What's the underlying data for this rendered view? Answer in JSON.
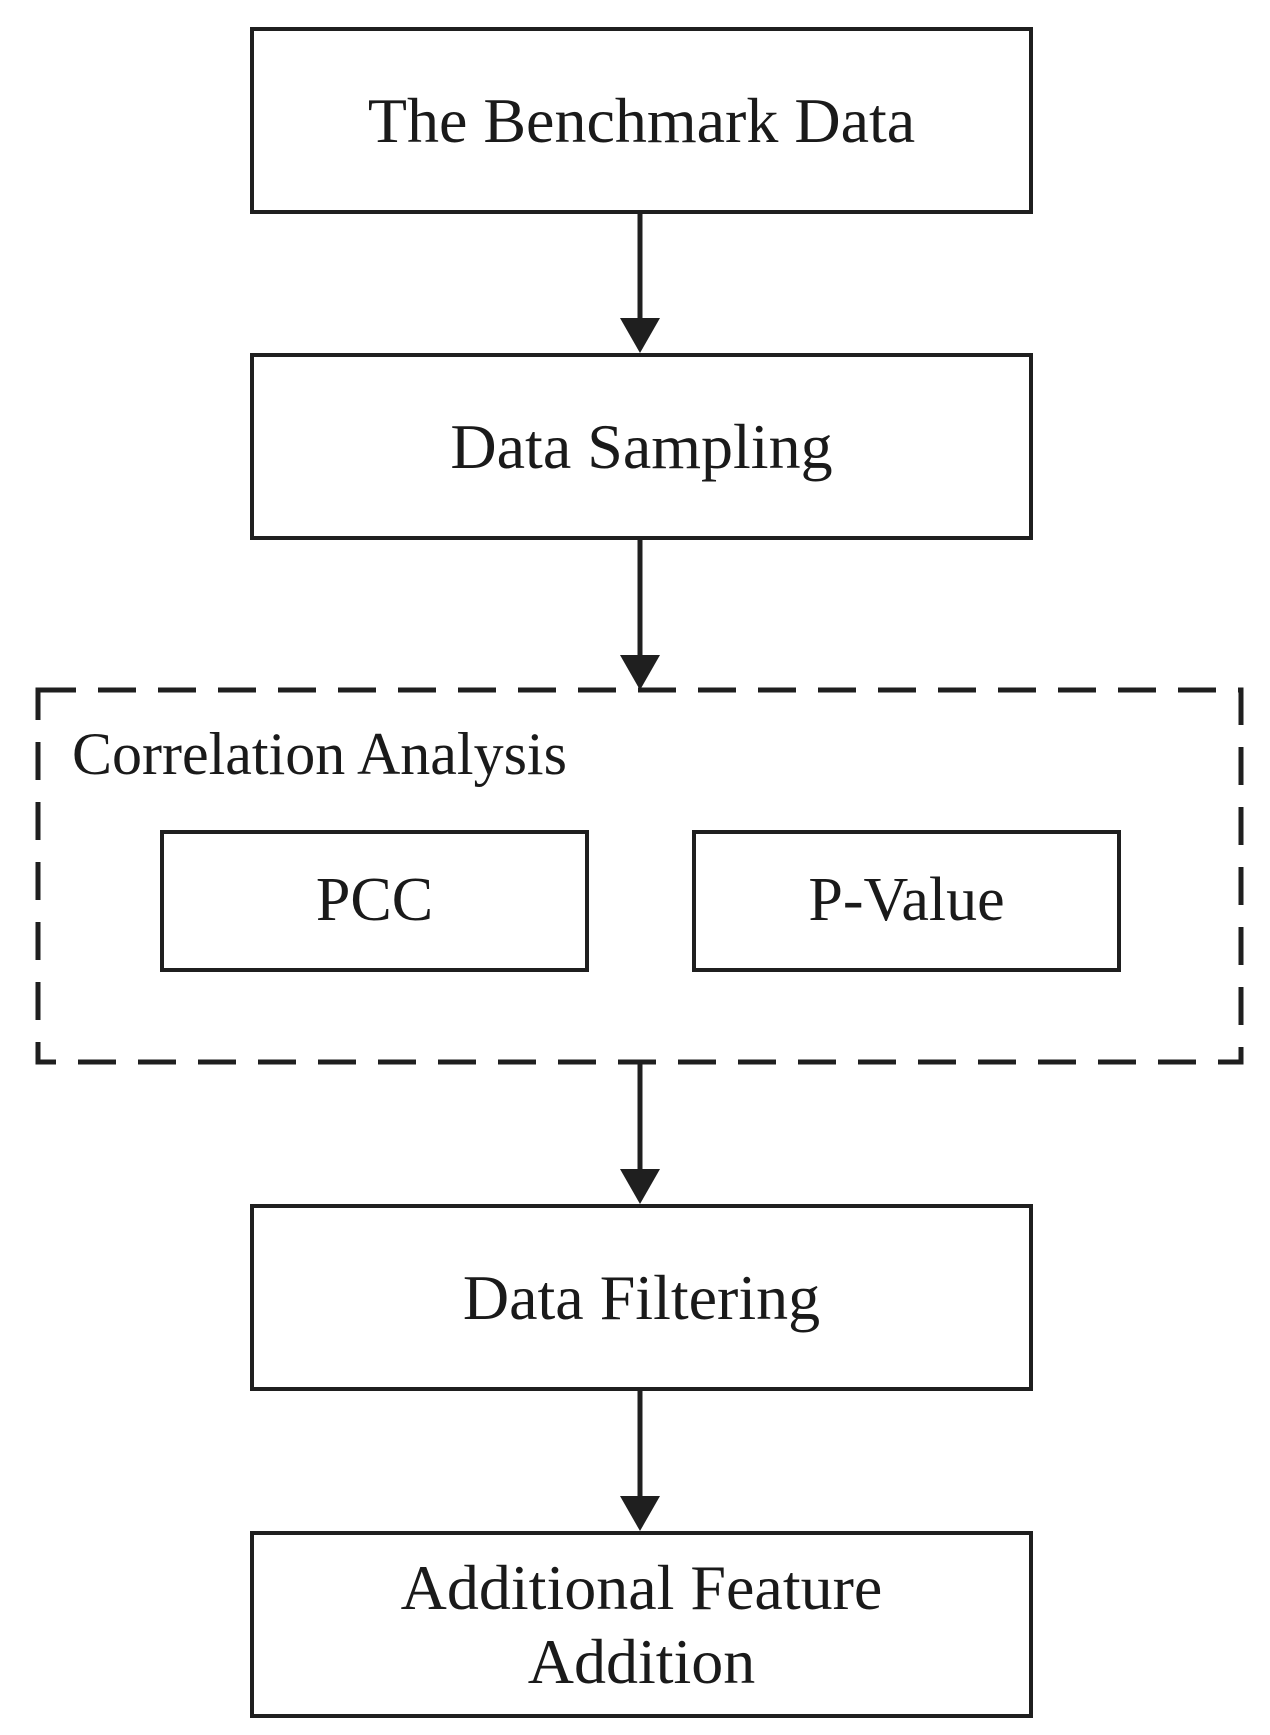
{
  "diagram": {
    "nodes": {
      "benchmark": "The Benchmark Data",
      "sampling": "Data Sampling",
      "filtering": "Data Filtering",
      "addition": "Additional Feature\nAddition",
      "pcc": "PCC",
      "pvalue": "P-Value"
    },
    "group": {
      "label": "Correlation Analysis"
    },
    "edges": [
      {
        "from": "benchmark",
        "to": "sampling"
      },
      {
        "from": "sampling",
        "to": "correlation-analysis"
      },
      {
        "from": "correlation-analysis",
        "to": "filtering"
      },
      {
        "from": "filtering",
        "to": "addition"
      }
    ],
    "colors": {
      "stroke": "#1f1f1f",
      "text": "#1a1a1a",
      "background": "#ffffff"
    }
  }
}
